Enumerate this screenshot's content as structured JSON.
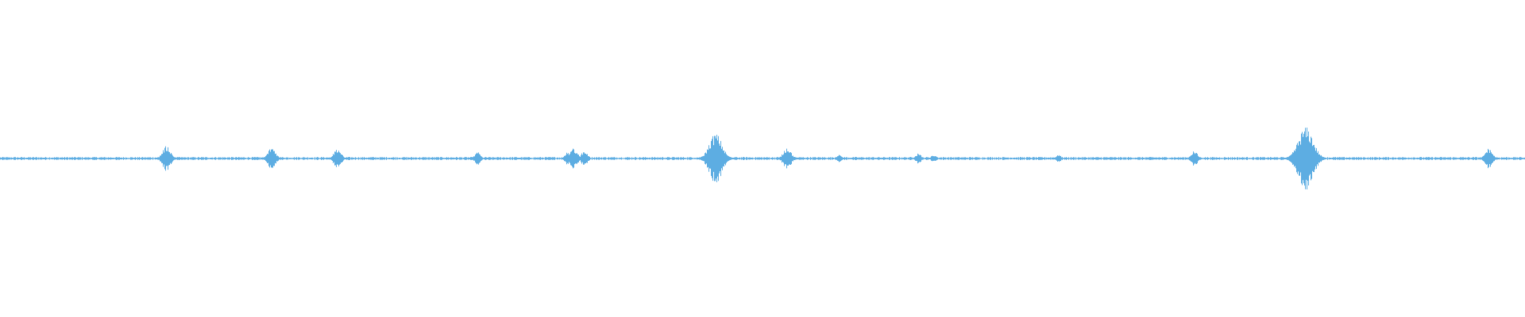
{
  "waveform": {
    "color": "#5dade2",
    "background": "#ffffff",
    "baseline_amplitude": 0.01,
    "events": [
      {
        "t": 0.109,
        "amp": 0.1
      },
      {
        "t": 0.178,
        "amp": 0.09
      },
      {
        "t": 0.221,
        "amp": 0.08
      },
      {
        "t": 0.313,
        "amp": 0.05
      },
      {
        "t": 0.372,
        "amp": 0.05
      },
      {
        "t": 0.376,
        "amp": 0.08
      },
      {
        "t": 0.383,
        "amp": 0.06
      },
      {
        "t": 0.469,
        "amp": 0.2
      },
      {
        "t": 0.516,
        "amp": 0.09
      },
      {
        "t": 0.55,
        "amp": 0.03
      },
      {
        "t": 0.602,
        "amp": 0.04
      },
      {
        "t": 0.612,
        "amp": 0.03
      },
      {
        "t": 0.694,
        "amp": 0.03
      },
      {
        "t": 0.783,
        "amp": 0.06
      },
      {
        "t": 0.856,
        "amp": 0.25
      },
      {
        "t": 0.976,
        "amp": 0.08
      }
    ]
  }
}
